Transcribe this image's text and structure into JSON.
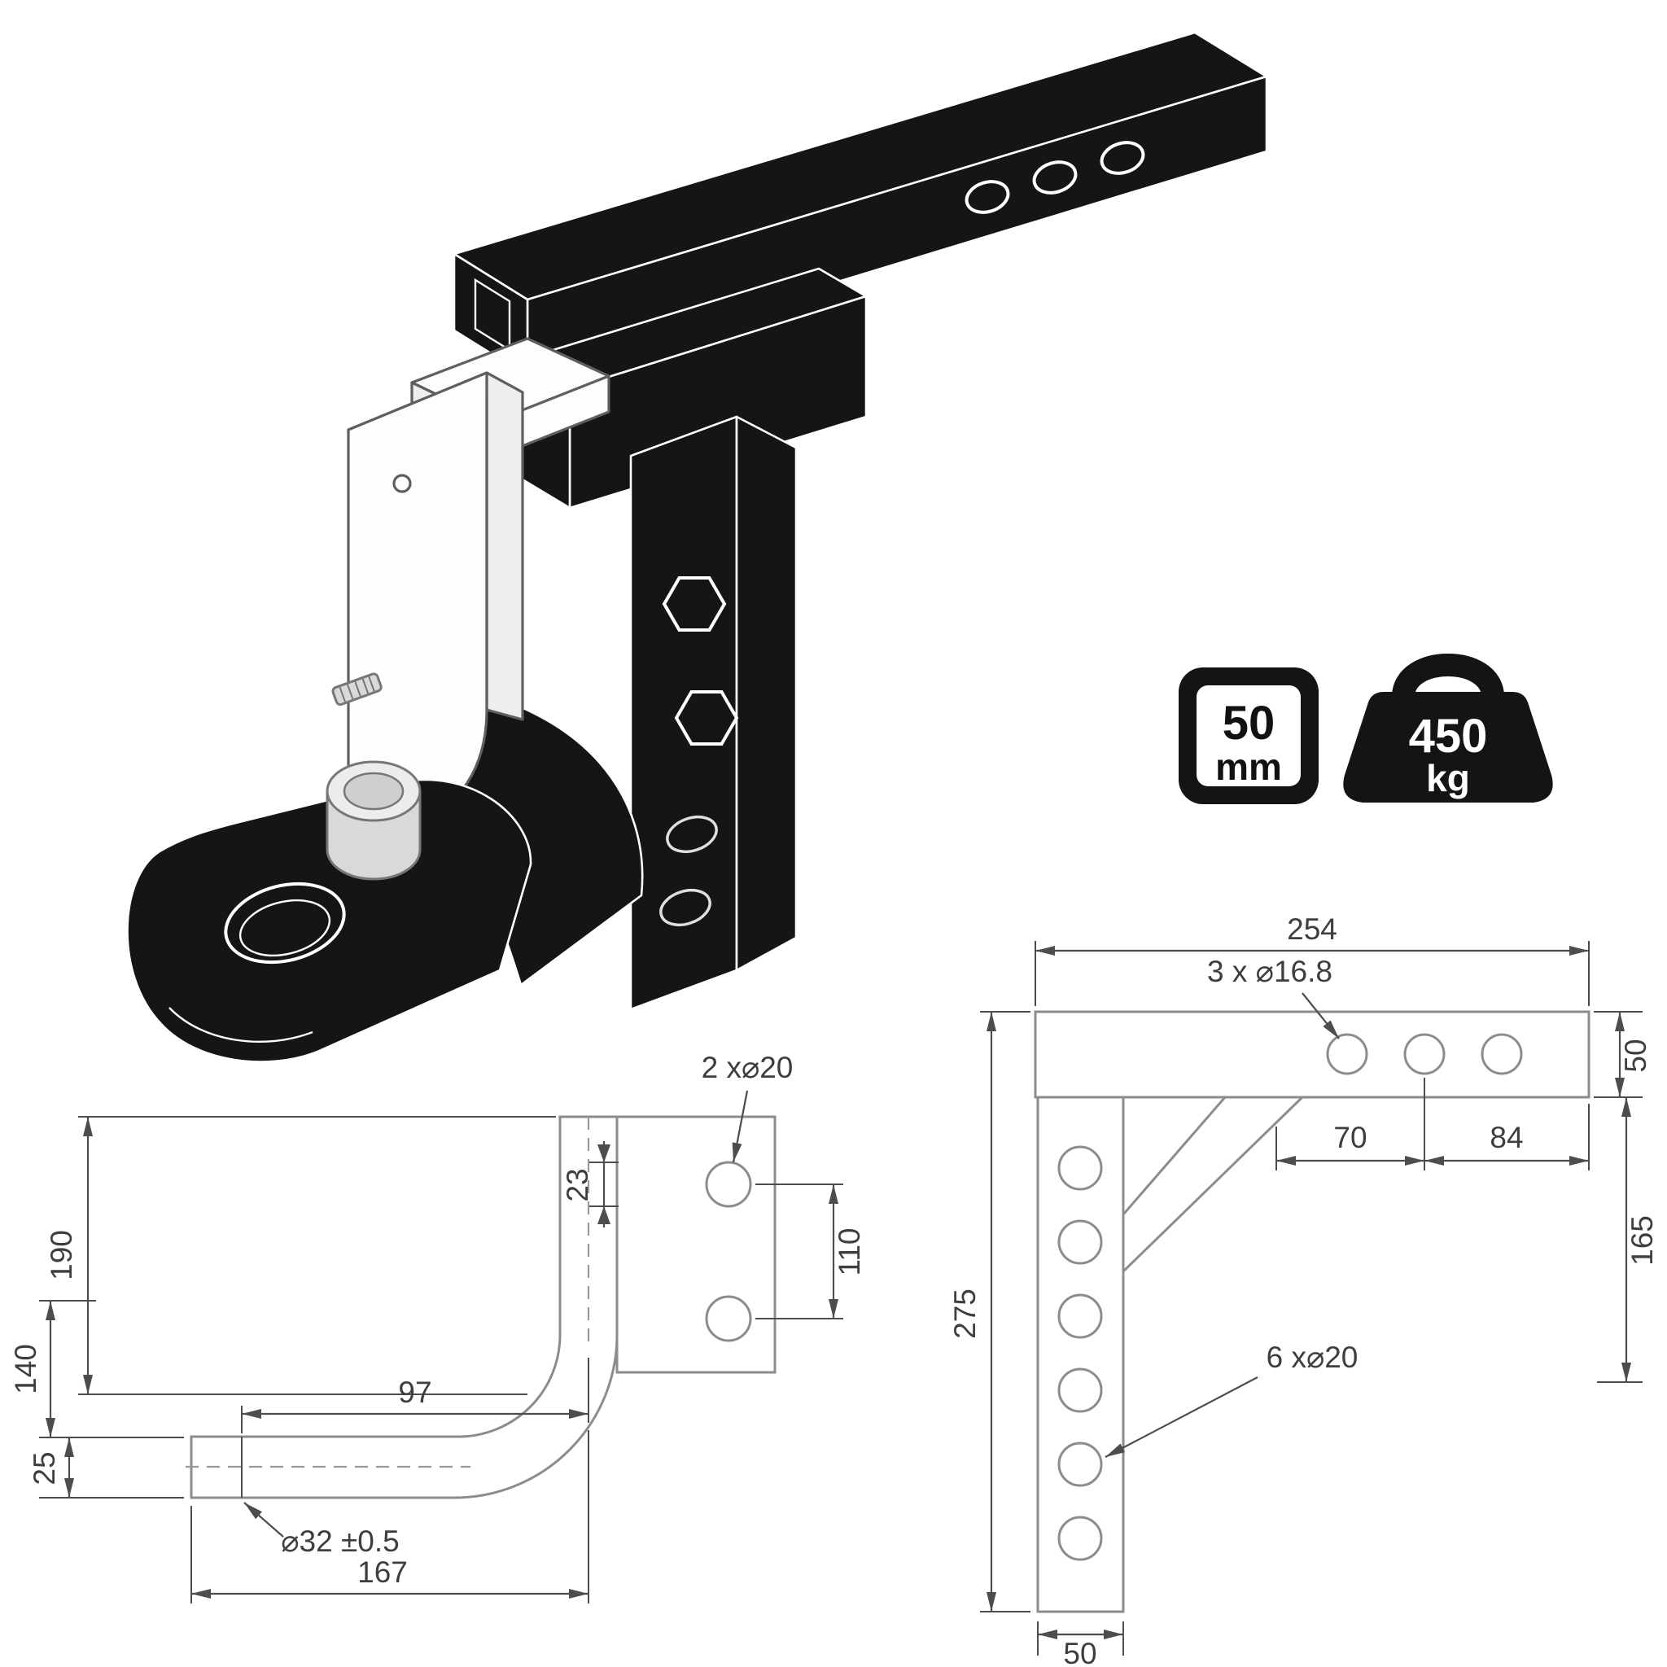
{
  "badges": {
    "receiver": {
      "value": "50",
      "unit": "mm"
    },
    "capacity": {
      "value": "450",
      "unit": "kg"
    }
  },
  "left_view": {
    "dim_23": "23",
    "dim_190": "190",
    "dim_140": "140",
    "dim_25": "25",
    "dim_97": "97",
    "dim_167": "167",
    "dim_110": "110",
    "label_plate_holes": "2 x⌀20",
    "label_tube_dia": "⌀32 ±0.5"
  },
  "right_view": {
    "dim_254": "254",
    "label_shank_holes": "3 x ⌀16.8",
    "dim_50_shank": "50",
    "dim_70": "70",
    "dim_84": "84",
    "dim_275": "275",
    "dim_165": "165",
    "label_channel_holes": "6 x⌀20",
    "dim_50_channel": "50"
  }
}
